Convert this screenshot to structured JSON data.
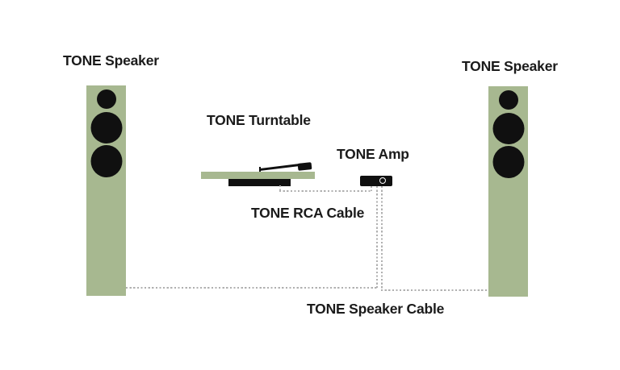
{
  "colors": {
    "background": "#ffffff",
    "speaker_green": "#a7b890",
    "device_black": "#101010",
    "label_text": "#1b1b1b",
    "cable_gray": "#b0b0b0"
  },
  "diagram": {
    "labels": {
      "left_speaker": "TONE Speaker",
      "right_speaker": "TONE Speaker",
      "turntable": "TONE Turntable",
      "amp": "TONE Amp",
      "rca_cable": "TONE RCA Cable",
      "speaker_cable": "TONE Speaker Cable"
    },
    "connections": [
      {
        "from": "TONE Turntable",
        "to": "TONE Amp",
        "via": "TONE RCA Cable"
      },
      {
        "from": "TONE Amp",
        "to": "TONE Speaker",
        "via": "TONE Speaker Cable"
      }
    ]
  }
}
